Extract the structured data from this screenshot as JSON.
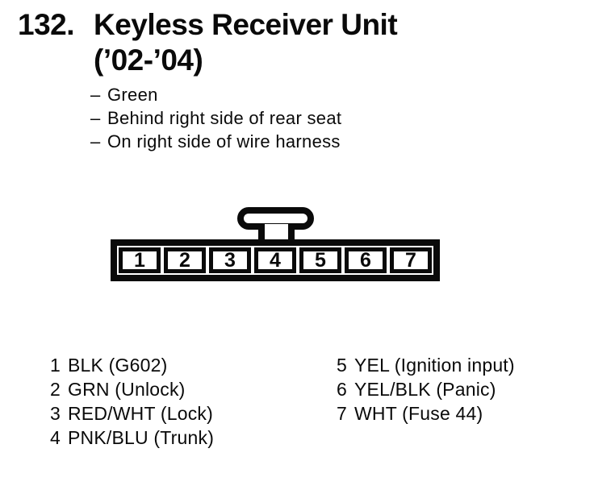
{
  "header": {
    "number": "132.",
    "title": "Keyless Receiver Unit",
    "years": "(’02-’04)"
  },
  "notes": {
    "bullet": "–",
    "items": [
      "Green",
      "Behind right side of rear seat",
      "On right side of wire harness"
    ]
  },
  "connector": {
    "pins": [
      "1",
      "2",
      "3",
      "4",
      "5",
      "6",
      "7"
    ]
  },
  "legend": {
    "left": [
      {
        "pin": "1",
        "label": "BLK (G602)"
      },
      {
        "pin": "2",
        "label": "GRN (Unlock)"
      },
      {
        "pin": "3",
        "label": "RED/WHT (Lock)"
      },
      {
        "pin": "4",
        "label": "PNK/BLU (Trunk)"
      }
    ],
    "right": [
      {
        "pin": "5",
        "label": "YEL (Ignition input)"
      },
      {
        "pin": "6",
        "label": "YEL/BLK (Panic)"
      },
      {
        "pin": "7",
        "label": "WHT (Fuse 44)"
      }
    ]
  },
  "colors": {
    "ink": "#0a0a0a",
    "paper": "#ffffff"
  }
}
